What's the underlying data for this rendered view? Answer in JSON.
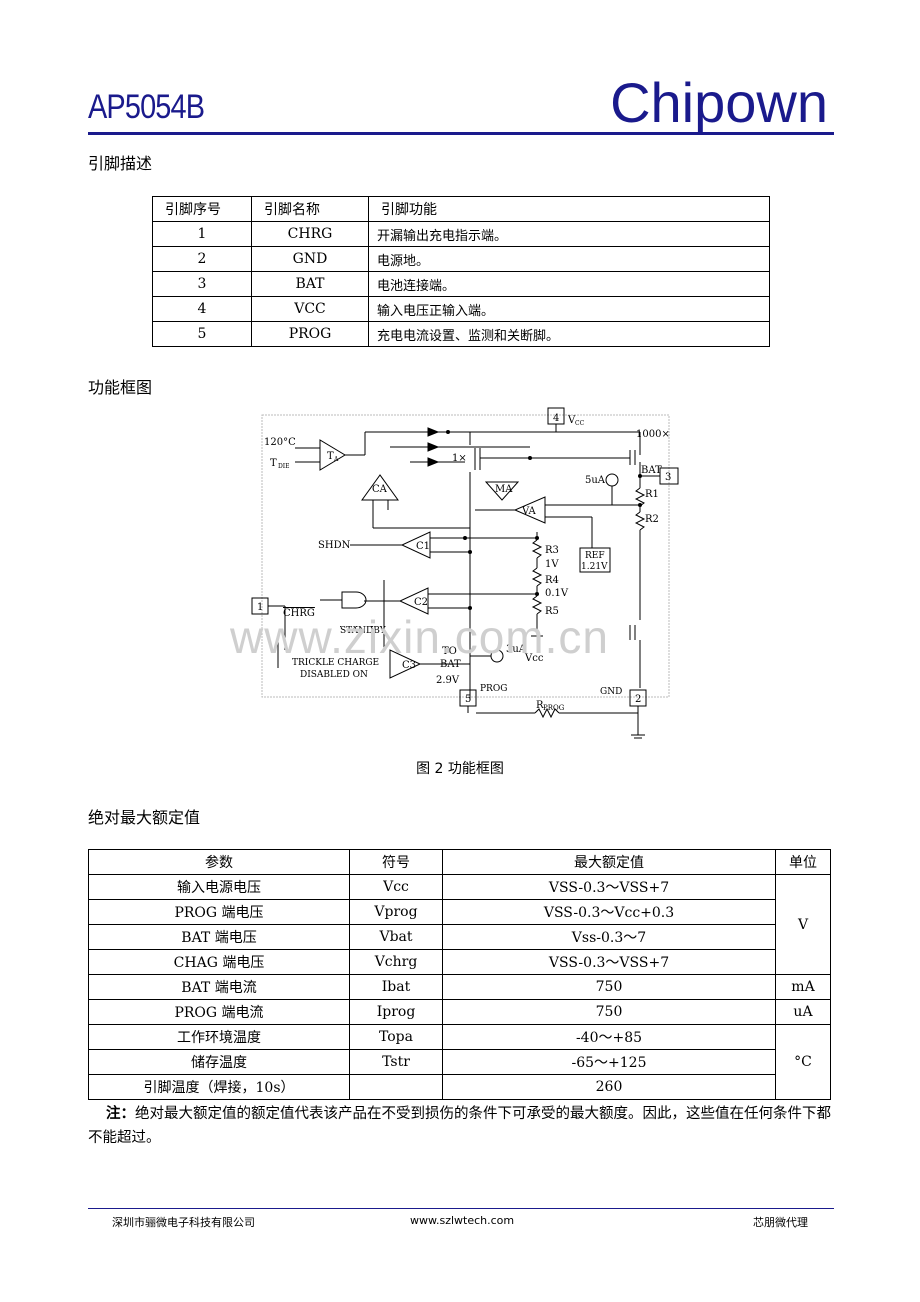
{
  "header": {
    "title": "AP5054B",
    "brand": "Chipown"
  },
  "sections": {
    "pin_desc": "引脚描述",
    "block": "功能框图",
    "abs_max": "绝对最大额定值"
  },
  "pin_table": {
    "headers": [
      "引脚序号",
      "引脚名称",
      "引脚功能"
    ],
    "rows": [
      [
        "1",
        "CHRG",
        "开漏输出充电指示端。"
      ],
      [
        "2",
        "GND",
        "电源地。"
      ],
      [
        "3",
        "BAT",
        "电池连接端。"
      ],
      [
        "4",
        "VCC",
        "输入电压正输入端。"
      ],
      [
        "5",
        "PROG",
        "充电电流设置、监测和关断脚。"
      ]
    ]
  },
  "diagram": {
    "caption": "图 2  功能框图",
    "labels": {
      "t120": "120°C",
      "tdie": "T",
      "tdie_sub": "DIE",
      "ta": "T",
      "ta_sub": "A",
      "ca": "CA",
      "ma": "MA",
      "va": "VA",
      "c1": "C1",
      "c2": "C2",
      "c3": "C3",
      "shdn": "SHDN",
      "one_x": "1×",
      "thousand_x": "1000×",
      "five_ua": "5uA",
      "vcc_pin": "4",
      "vcc_label": "V",
      "vcc_sub": "CC",
      "bat_pin": "3",
      "bat_label": "BAT",
      "r1": "R1",
      "r2": "R2",
      "r3": "R3",
      "r4": "R4",
      "r5": "R5",
      "v1": "1V",
      "v01": "0.1V",
      "ref1": "REF",
      "ref2": "1.21V",
      "chrg_pin": "1",
      "chrg_label": "CHRG",
      "standby": "STANDBY",
      "trickle1": "TRICKLE CHARGE",
      "trickle2": "DISABLED ON",
      "to": "TO",
      "bat2": "BAT",
      "v29": "2.9V",
      "three_ua": "3uA",
      "vcc2": "Vcc",
      "prog_pin": "5",
      "prog_label": "PROG",
      "gnd_label": "GND",
      "gnd_pin": "2",
      "rprog": "R",
      "rprog_sub": "PROG"
    }
  },
  "watermark": "www.zixin.com.cn",
  "amr_table": {
    "headers": [
      "参数",
      "符号",
      "最大额定值",
      "单位"
    ],
    "rows": [
      {
        "param": "输入电源电压",
        "sym": "Vcc",
        "val": "VSS-0.3～VSS+7"
      },
      {
        "param": "PROG 端电压",
        "sym": "Vprog",
        "val": "VSS-0.3～Vcc+0.3"
      },
      {
        "param": "BAT 端电压",
        "sym": "Vbat",
        "val": "Vss-0.3～7"
      },
      {
        "param": "CHAG 端电压",
        "sym": "Vchrg",
        "val": "VSS-0.3～VSS+7"
      },
      {
        "param": "BAT 端电流",
        "sym": "Ibat",
        "val": "750"
      },
      {
        "param": "PROG 端电流",
        "sym": "Iprog",
        "val": "750"
      },
      {
        "param": "工作环境温度",
        "sym": "Topa",
        "val": "-40～+85"
      },
      {
        "param": "储存温度",
        "sym": "Tstr",
        "val": "-65～+125"
      },
      {
        "param": "引脚温度（焊接，10s）",
        "sym": "",
        "val": "260"
      }
    ],
    "units": [
      "V",
      "mA",
      "uA",
      "°C"
    ]
  },
  "note": {
    "bold": "注：",
    "text": "绝对最大额定值的额定值代表该产品在不受到损伤的条件下可承受的最大额度。因此，这些值在任何条件下都不能超过。"
  },
  "footer": {
    "left": "深圳市骊微电子科技有限公司",
    "center": "www.szlwtech.com",
    "right": "芯朋微代理"
  }
}
